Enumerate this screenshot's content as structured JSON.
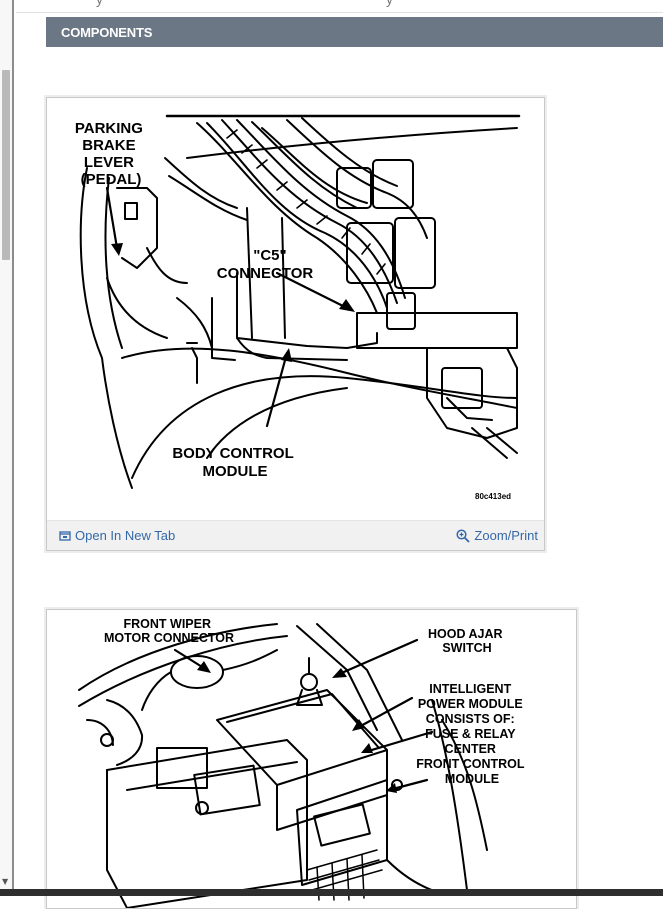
{
  "section": {
    "title": "COMPONENTS"
  },
  "figure1": {
    "callouts": {
      "parking_brake_lines": [
        "PARKING",
        "BRAKE",
        "LEVER",
        "(PEDAL)"
      ],
      "connector_lines": [
        "\"C5\"",
        "CONNECTOR"
      ],
      "module_lines": [
        "BODY CONTROL",
        "MODULE"
      ]
    },
    "figure_id": "80c413ed",
    "open_tab_label": "Open In New Tab",
    "zoom_label": "Zoom/Print"
  },
  "figure2": {
    "callouts": {
      "wiper_lines": [
        "FRONT WIPER",
        "MOTOR CONNECTOR"
      ],
      "hood_lines": [
        "HOOD AJAR",
        "SWITCH"
      ],
      "ipm_lines": [
        "INTELLIGENT",
        "POWER MODULE",
        "CONSISTS OF:",
        "FUSE & RELAY",
        "CENTER",
        "FRONT CONTROL",
        "MODULE"
      ]
    }
  },
  "icons": {
    "open_tab": "open-in-new-tab-icon",
    "zoom": "magnifier-plus-icon"
  },
  "colors": {
    "section_bar": "#6c7785",
    "link": "#3568a8",
    "footer_bg": "#f1f1f1"
  }
}
